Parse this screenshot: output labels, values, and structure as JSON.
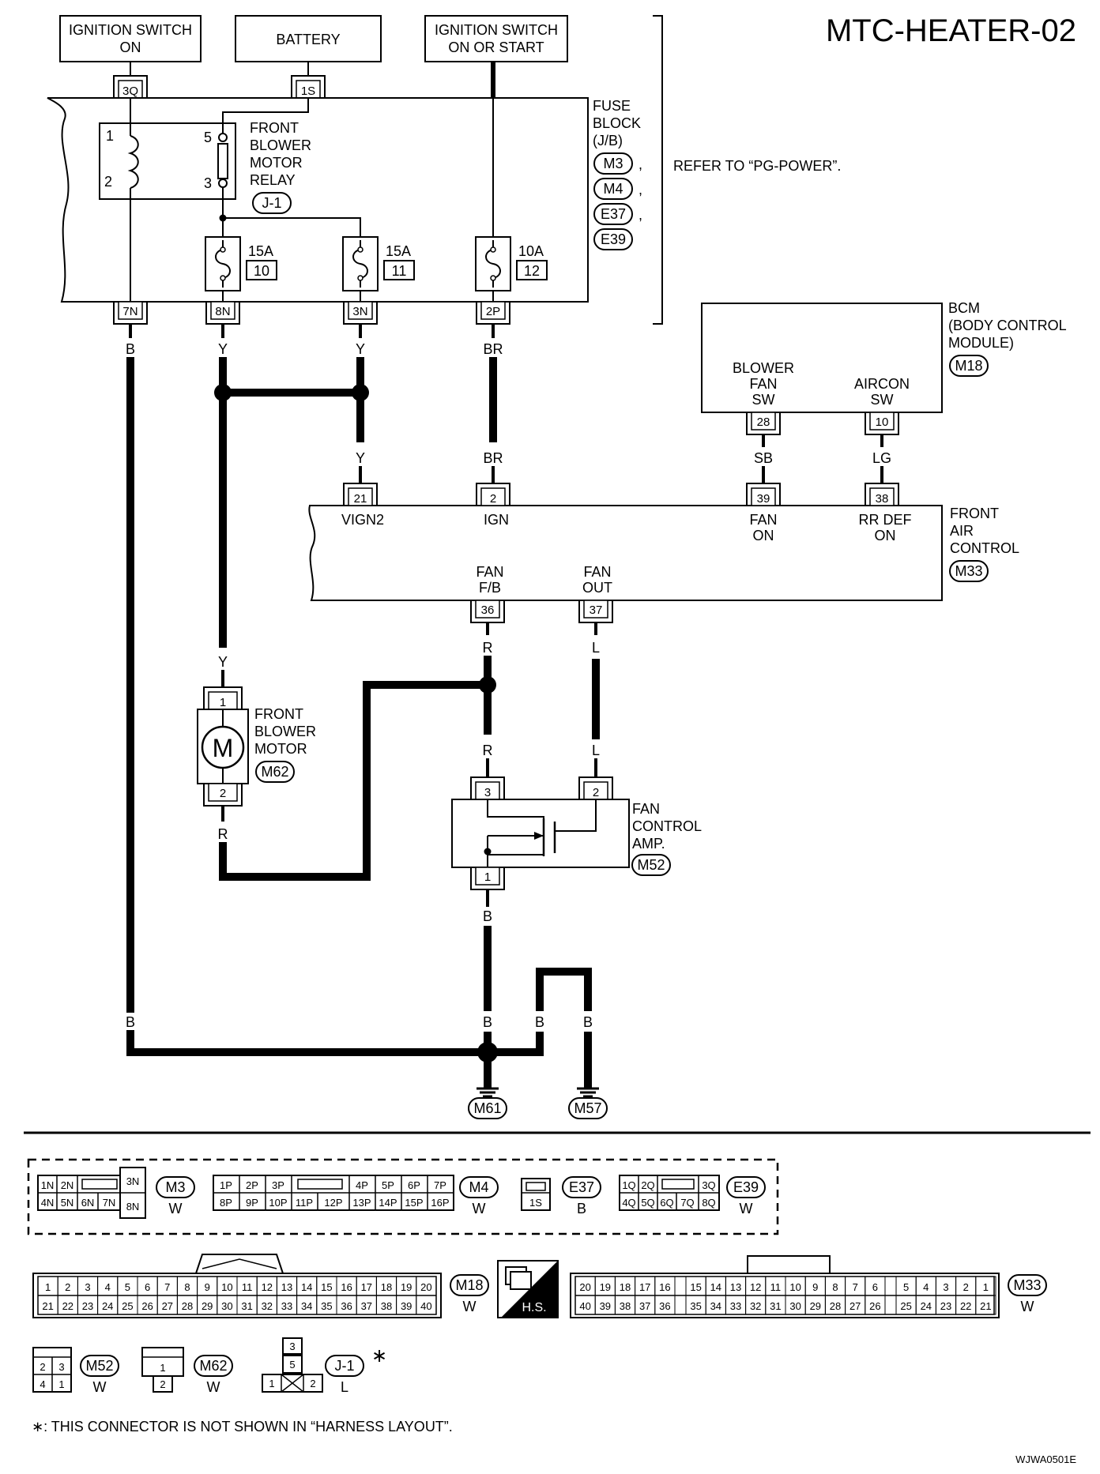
{
  "title": "MTC-HEATER-02",
  "code": "WJWA0501E",
  "footnote": "∗: THIS CONNECTOR IS NOT SHOWN IN “HARNESS LAYOUT”.",
  "refer_note": "REFER TO “PG-POWER”.",
  "sources": {
    "ign_on": [
      "IGNITION SWITCH",
      "ON"
    ],
    "battery": "BATTERY",
    "ign_start": [
      "IGNITION SWITCH",
      "ON OR START"
    ]
  },
  "fuse_block": {
    "label": [
      "FUSE",
      "BLOCK",
      "(J/B)"
    ],
    "connectors": [
      "M3",
      "M4",
      "E37",
      "E39"
    ],
    "relay_label": [
      "FRONT",
      "BLOWER",
      "MOTOR",
      "RELAY"
    ],
    "relay_conn": "J-1",
    "relay_pins": [
      "1",
      "2",
      "5",
      "3"
    ],
    "fuses": [
      {
        "amps": "15A",
        "num": "10"
      },
      {
        "amps": "15A",
        "num": "11"
      },
      {
        "amps": "10A",
        "num": "12"
      }
    ],
    "in_terms": [
      "3Q",
      "1S"
    ],
    "out_terms": [
      "7N",
      "8N",
      "3N",
      "2P"
    ]
  },
  "wire_colors": {
    "b": "B",
    "y": "Y",
    "br": "BR",
    "sb": "SB",
    "lg": "LG",
    "r": "R",
    "l": "L"
  },
  "bcm": {
    "label": [
      "BCM",
      "(BODY CONTROL",
      "MODULE)"
    ],
    "conn": "M18",
    "pin_blower": [
      "BLOWER",
      "FAN",
      "SW"
    ],
    "pin_aircon": [
      "AIRCON",
      "SW"
    ],
    "term_blower": "28",
    "term_aircon": "10"
  },
  "air_control": {
    "label": [
      "FRONT",
      "AIR",
      "CONTROL"
    ],
    "conn": "M33",
    "terms": {
      "vign2": "21",
      "ign": "2",
      "fan_on": "39",
      "rr_def": "38",
      "fan_fb": "36",
      "fan_out": "37"
    },
    "pins": {
      "vign2": "VIGN2",
      "ign": "IGN",
      "fan_on": [
        "FAN",
        "ON"
      ],
      "rr_def": [
        "RR DEF",
        "ON"
      ],
      "fan_fb": [
        "FAN",
        "F/B"
      ],
      "fan_out": [
        "FAN",
        "OUT"
      ]
    }
  },
  "motor": {
    "label": [
      "FRONT",
      "BLOWER",
      "MOTOR"
    ],
    "conn": "M62",
    "symbol": "M",
    "pins": [
      "1",
      "2"
    ]
  },
  "amp": {
    "label": [
      "FAN",
      "CONTROL",
      "AMP."
    ],
    "conn": "M52",
    "pins": [
      "3",
      "2",
      "1"
    ]
  },
  "grounds": [
    "M61",
    "M57"
  ],
  "connector_views": {
    "m3": {
      "id": "M3",
      "color": "W",
      "row1": [
        "1N",
        "2N"
      ],
      "row2": [
        "4N",
        "5N",
        "6N",
        "7N"
      ],
      "side": [
        "3N",
        "8N"
      ]
    },
    "m4": {
      "id": "M4",
      "color": "W",
      "row1a": [
        "1P",
        "2P",
        "3P"
      ],
      "row1b": [
        "4P",
        "5P",
        "6P",
        "7P"
      ],
      "row2": [
        "8P",
        "9P",
        "10P",
        "11P",
        "12P",
        "13P",
        "14P",
        "15P",
        "16P"
      ]
    },
    "e37": {
      "id": "E37",
      "color": "B",
      "pin": "1S"
    },
    "e39": {
      "id": "E39",
      "color": "W",
      "row1a": [
        "1Q",
        "2Q"
      ],
      "row1b": "3Q",
      "row2": [
        "4Q",
        "5Q",
        "6Q",
        "7Q",
        "8Q"
      ]
    },
    "m18": {
      "id": "M18",
      "color": "W",
      "row1": [
        "1",
        "2",
        "3",
        "4",
        "5",
        "6",
        "7",
        "8",
        "9",
        "10",
        "11",
        "12",
        "13",
        "14",
        "15",
        "16",
        "17",
        "18",
        "19",
        "20"
      ],
      "row2": [
        "21",
        "22",
        "23",
        "24",
        "25",
        "26",
        "27",
        "28",
        "29",
        "30",
        "31",
        "32",
        "33",
        "34",
        "35",
        "36",
        "37",
        "38",
        "39",
        "40"
      ]
    },
    "hs": "H.S.",
    "m33": {
      "id": "M33",
      "color": "W",
      "g1a": [
        "20",
        "19",
        "18",
        "17",
        "16"
      ],
      "g1b": [
        "15",
        "14",
        "13",
        "12",
        "11",
        "10",
        "9",
        "8",
        "7",
        "6"
      ],
      "g1c": [
        "5",
        "4",
        "3",
        "2",
        "1"
      ],
      "g2a": [
        "40",
        "39",
        "38",
        "37",
        "36"
      ],
      "g2b": [
        "35",
        "34",
        "33",
        "32",
        "31",
        "30",
        "29",
        "28",
        "27",
        "26"
      ],
      "g2c": [
        "25",
        "24",
        "23",
        "22",
        "21"
      ]
    },
    "m52": {
      "id": "M52",
      "color": "W",
      "row1": [
        "2",
        "3"
      ],
      "row2": [
        "4",
        "1"
      ]
    },
    "m62": {
      "id": "M62",
      "color": "W",
      "top": "1",
      "bottom": "2"
    },
    "j1": {
      "id": "J-1",
      "color": "L",
      "top": "3",
      "mid": "5",
      "left": "1",
      "right": "2",
      "mark": "∗"
    }
  }
}
